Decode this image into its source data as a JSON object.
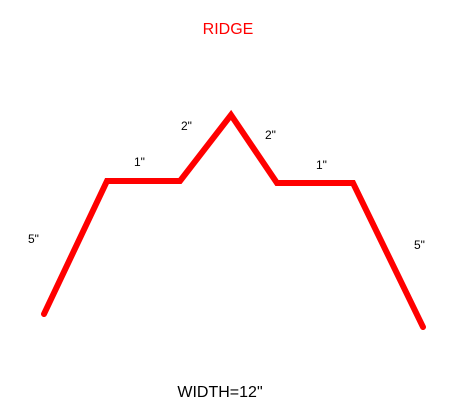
{
  "title": "RIDGE",
  "stroke_color": "#ff0000",
  "text_color": "#000000",
  "segments": [
    {
      "name": "left-leg",
      "label": "5\""
    },
    {
      "name": "left-flat",
      "label": "1\""
    },
    {
      "name": "left-peak-slope",
      "label": "2\""
    },
    {
      "name": "right-peak-slope",
      "label": "2\""
    },
    {
      "name": "right-flat",
      "label": "1\""
    },
    {
      "name": "right-leg",
      "label": "5\""
    }
  ],
  "footer": "WIDTH=12\""
}
